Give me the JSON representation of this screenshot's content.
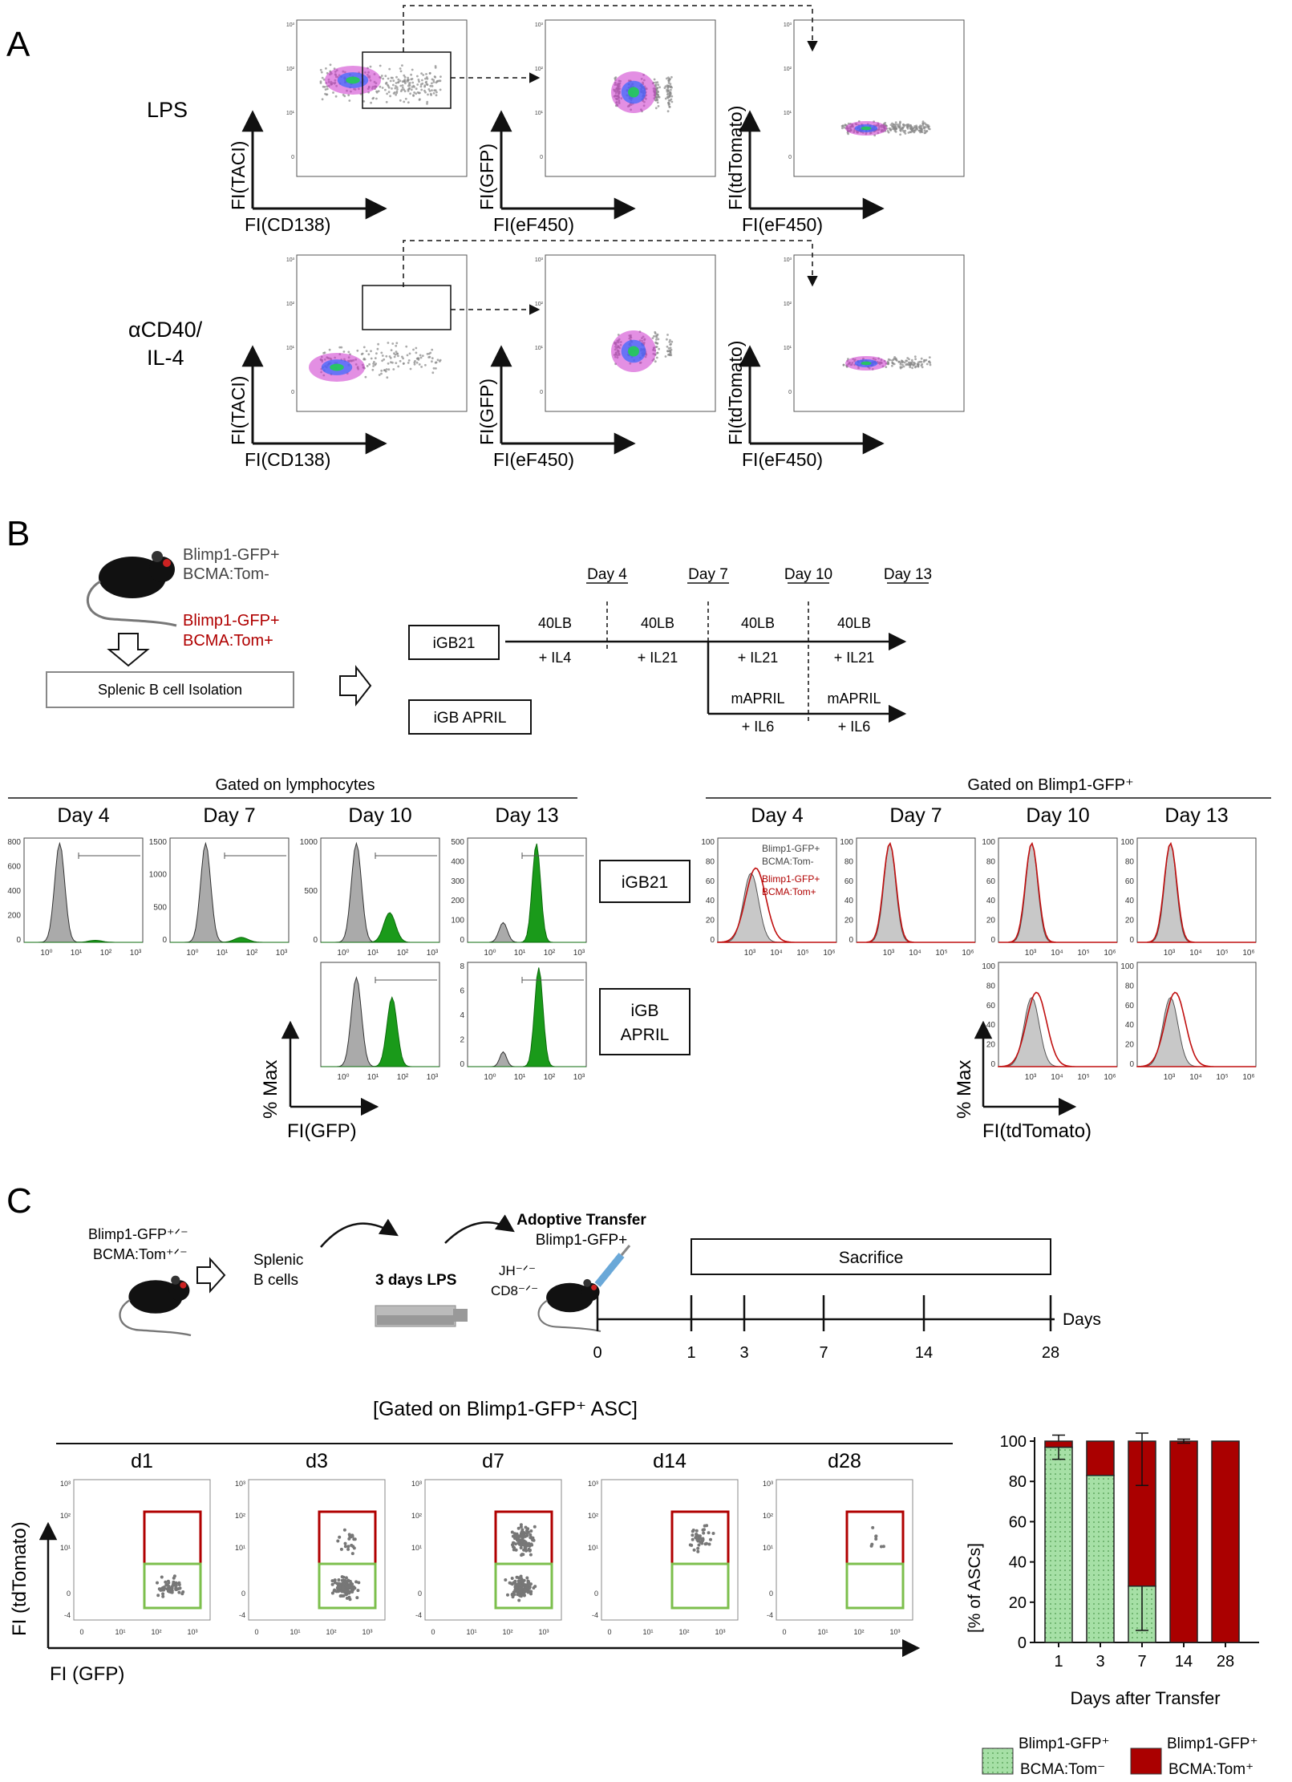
{
  "panelA": {
    "letter": "A",
    "conditions": [
      {
        "label_lines": [
          "LPS"
        ]
      },
      {
        "label_lines": [
          "αCD40/",
          "IL-4"
        ]
      }
    ],
    "plots": [
      {
        "xlabel": "FI(CD138)",
        "ylabel": "FI(TACI)"
      },
      {
        "xlabel": "FI(eF450)",
        "ylabel": "FI(GFP)"
      },
      {
        "xlabel": "FI(eF450)",
        "ylabel": "FI(tdTomato)"
      }
    ]
  },
  "panelB": {
    "letter": "B",
    "legend_grey": [
      "Blimp1-GFP+",
      "BCMA:Tom-"
    ],
    "legend_red": [
      "Blimp1-GFP+",
      "BCMA:Tom+"
    ],
    "isolation": "Splenic B cell Isolation",
    "days": [
      "Day 4",
      "Day 7",
      "Day 10",
      "Day 13"
    ],
    "igb21": "iGB21",
    "igb_april": "iGB APRIL",
    "igb_april_box": [
      "iGB",
      "APRIL"
    ],
    "timeline_igb21": [
      [
        "40LB",
        "+ IL4"
      ],
      [
        "40LB",
        "+ IL21"
      ],
      [
        "40LB",
        "+ IL21"
      ],
      [
        "40LB",
        "+ IL21"
      ]
    ],
    "timeline_april": [
      [
        "mAPRIL",
        "+ IL6"
      ],
      [
        "mAPRIL",
        "+ IL6"
      ]
    ],
    "gated_left": "Gated on lymphocytes",
    "gated_right": "Gated on Blimp1-GFP⁺",
    "left_hist_ymax": [
      [
        "800",
        "600",
        "400",
        "200",
        "0"
      ],
      [
        "1500",
        "1000",
        "500",
        "0"
      ],
      [
        "1000",
        "500",
        "0"
      ],
      [
        "500",
        "400",
        "300",
        "200",
        "100",
        "0"
      ]
    ],
    "left_hist_ymax_april": [
      [
        "",
        "",
        "",
        "",
        ""
      ],
      [
        "8",
        "6",
        "4",
        "2",
        "0"
      ]
    ],
    "left_xticks": [
      "10⁰",
      "10¹",
      "10²",
      "10³"
    ],
    "right_yticks": [
      "100",
      "80",
      "60",
      "40",
      "20",
      "0"
    ],
    "right_xticks": [
      "10³",
      "10⁴",
      "10⁵",
      "10⁶"
    ],
    "left_ylabel": "% Max",
    "left_xlabel": "FI(GFP)",
    "right_ylabel": "% Max",
    "right_xlabel": "FI(tdTomato)",
    "inset_legend_grey": [
      "Blimp1-GFP+",
      "BCMA:Tom-"
    ],
    "inset_legend_red": [
      "Blimp1-GFP+",
      "BCMA:Tom+"
    ]
  },
  "panelC": {
    "letter": "C",
    "mouse_label": [
      "Blimp1-GFP⁺ᐟ⁻",
      "BCMA:Tom⁺ᐟ⁻"
    ],
    "splenic": [
      "Splenic",
      "B cells"
    ],
    "lps": "3 days LPS",
    "adoptive": "Adoptive Transfer",
    "adoptive_sub": "Blimp1-GFP+",
    "recipient": [
      "JH⁻ᐟ⁻",
      "CD8⁻ᐟ⁻"
    ],
    "sacrifice": "Sacrifice",
    "timeline_ticks": [
      "0",
      "1",
      "3",
      "7",
      "14",
      "28"
    ],
    "timeline_unit": "Days",
    "gated": "[Gated on Blimp1-GFP⁺ ASC]",
    "scatter_titles": [
      "d1",
      "d3",
      "d7",
      "d14",
      "d28"
    ],
    "scatter_yticks": [
      "10³",
      "10²",
      "10¹",
      "0",
      "-4"
    ],
    "scatter_xticks": [
      "0",
      "10¹",
      "10²",
      "10³"
    ],
    "scatter_ylabel": "FI (tdTomato)",
    "scatter_xlabel": "FI (GFP)",
    "legend": [
      {
        "line1": "Blimp1-GFP⁺",
        "line2": "BCMA:Tom⁻",
        "color": "#a6e0a6"
      },
      {
        "line1": "Blimp1-GFP⁺",
        "line2": "BCMA:Tom⁺",
        "color": "#aa0000"
      }
    ]
  },
  "chart_data": {
    "type": "bar",
    "stacked": true,
    "categories": [
      "1",
      "3",
      "7",
      "14",
      "28"
    ],
    "series": [
      {
        "name": "Blimp1-GFP+ BCMA:Tom-",
        "values": [
          97,
          83,
          28,
          0,
          0
        ],
        "error": [
          6,
          0,
          22,
          0,
          0
        ]
      },
      {
        "name": "Blimp1-GFP+ BCMA:Tom+",
        "values": [
          3,
          17,
          72,
          100,
          100
        ],
        "error": [
          0,
          0,
          22,
          1,
          0
        ]
      }
    ],
    "xlabel": "Days after Transfer",
    "ylabel": "[% of ASCs]",
    "ylim": [
      0,
      100
    ],
    "yticks": [
      "0",
      "20",
      "40",
      "60",
      "80",
      "100"
    ]
  }
}
